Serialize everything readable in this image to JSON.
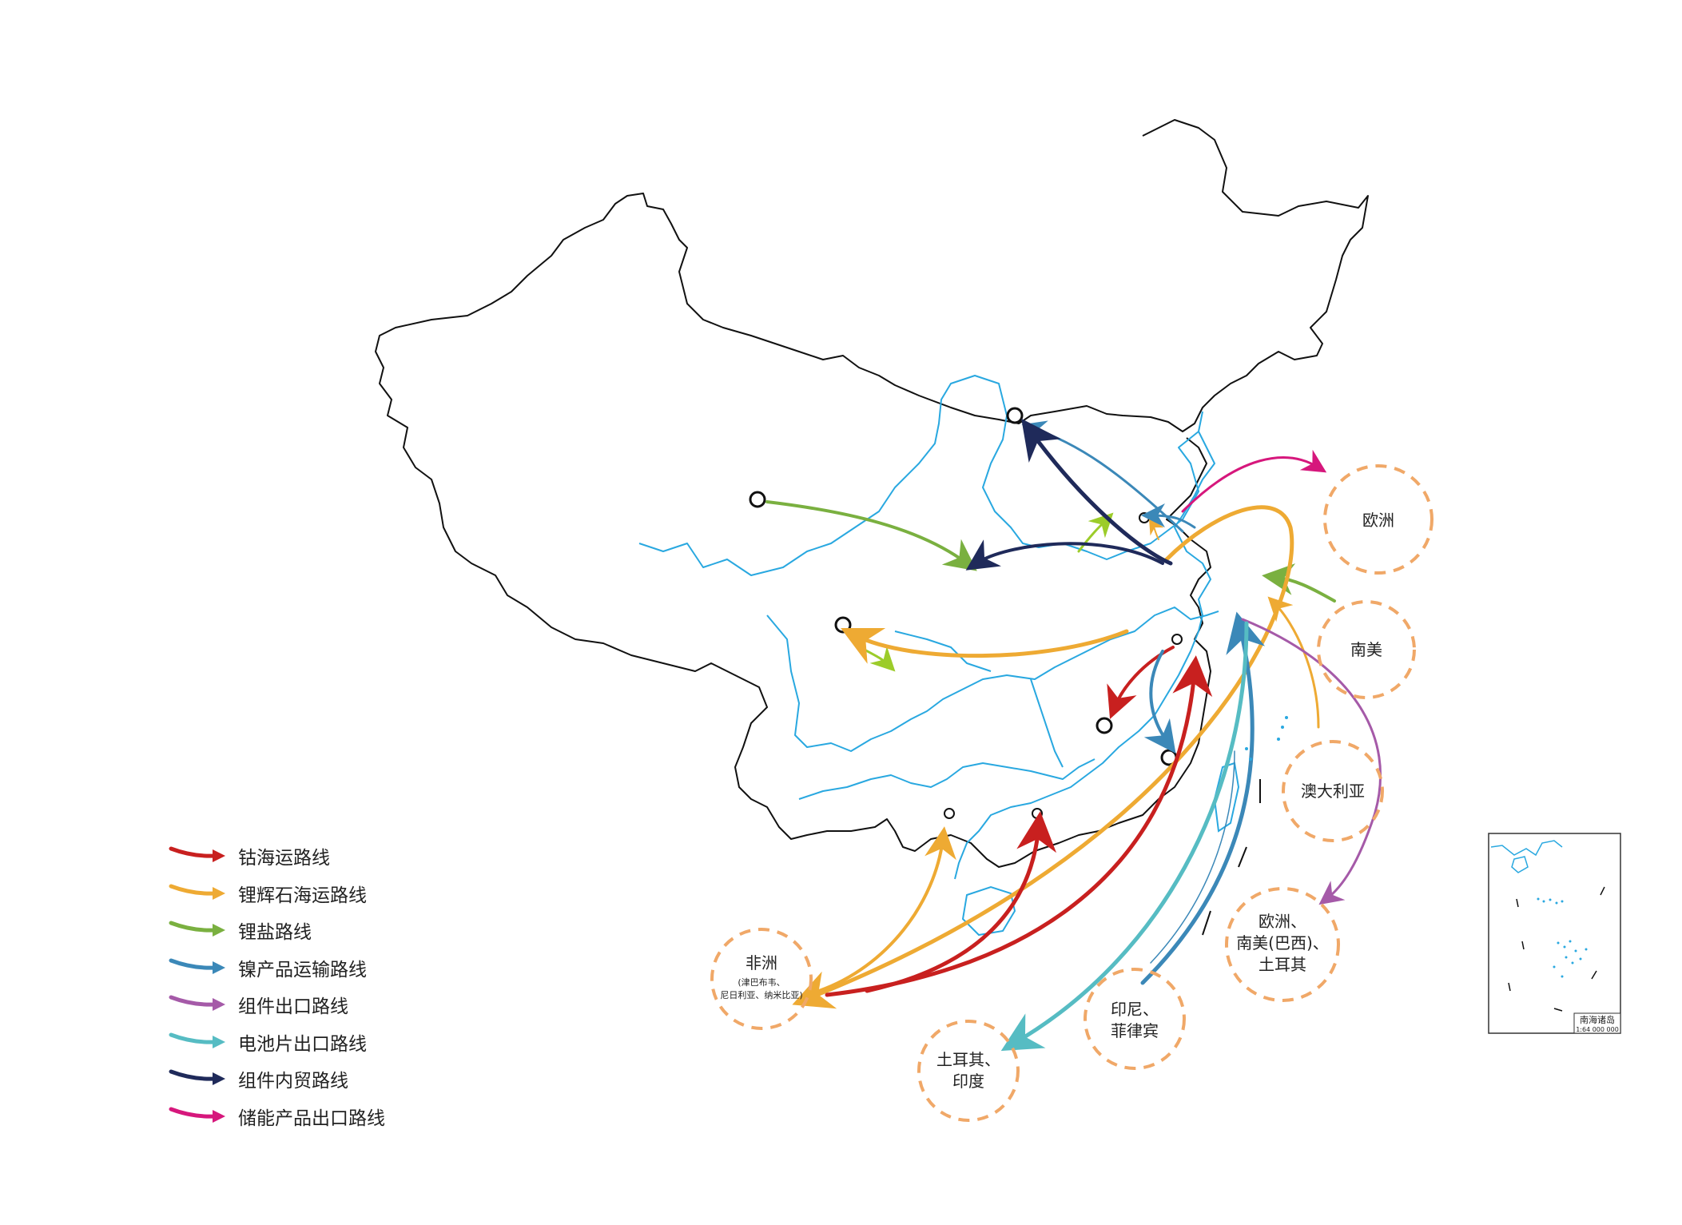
{
  "legend": [
    {
      "label": "钴海运路线",
      "color": "#c8201f"
    },
    {
      "label": "锂辉石海运路线",
      "color": "#eeaa33"
    },
    {
      "label": "锂盐路线",
      "color": "#7ab040"
    },
    {
      "label": "镍产品运输路线",
      "color": "#3b88b8"
    },
    {
      "label": "组件出口路线",
      "color": "#a55aa8"
    },
    {
      "label": "电池片出口路线",
      "color": "#56bcc3"
    },
    {
      "label": "组件内贸路线",
      "color": "#1f2a5a"
    },
    {
      "label": "储能产品出口路线",
      "color": "#d6177c"
    }
  ],
  "regions": {
    "europe": "欧洲",
    "south_america": "南美",
    "australia": "澳大利亚",
    "eu_sa_turkey": [
      "欧洲、",
      "南美(巴西)、",
      "土耳其"
    ],
    "indonesia_philippines": [
      "印尼、",
      "菲律宾"
    ],
    "turkey_india": [
      "土耳其、",
      "印度"
    ],
    "africa": "非洲",
    "africa_detail": [
      "(津巴布韦、",
      "尼日利亚、纳米比亚)"
    ]
  },
  "inset": {
    "title": "南海诸岛",
    "scale": "1:64 000 000"
  },
  "colors": {
    "river": "#29a8e0",
    "border": "#111111",
    "region_circle": "#f0a868"
  }
}
